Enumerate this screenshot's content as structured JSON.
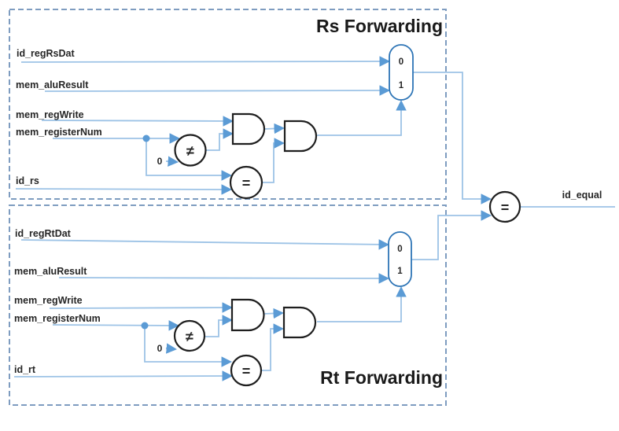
{
  "colors": {
    "wire": "#9DC3E6",
    "arrowhead": "#5B9BD5",
    "mux_stroke": "#2E75B6",
    "dashed_box": "#7E9CC0",
    "gate_stroke": "#1F1F1F",
    "text": "#262626"
  },
  "rs": {
    "title": "Rs Forwarding",
    "signals": [
      "id_regRsDat",
      "mem_aluResult",
      "mem_regWrite",
      "mem_registerNum",
      "id_rs"
    ],
    "mux0": "0",
    "mux1": "1",
    "neq": "≠",
    "eq": "=",
    "zero": "0"
  },
  "rt": {
    "title": "Rt Forwarding",
    "signals": [
      "id_regRtDat",
      "mem_aluResult",
      "mem_regWrite",
      "mem_registerNum",
      "id_rt"
    ],
    "mux0": "0",
    "mux1": "1",
    "neq": "≠",
    "eq": "=",
    "zero": "0"
  },
  "output": {
    "symbol": "=",
    "label": "id_equal"
  }
}
